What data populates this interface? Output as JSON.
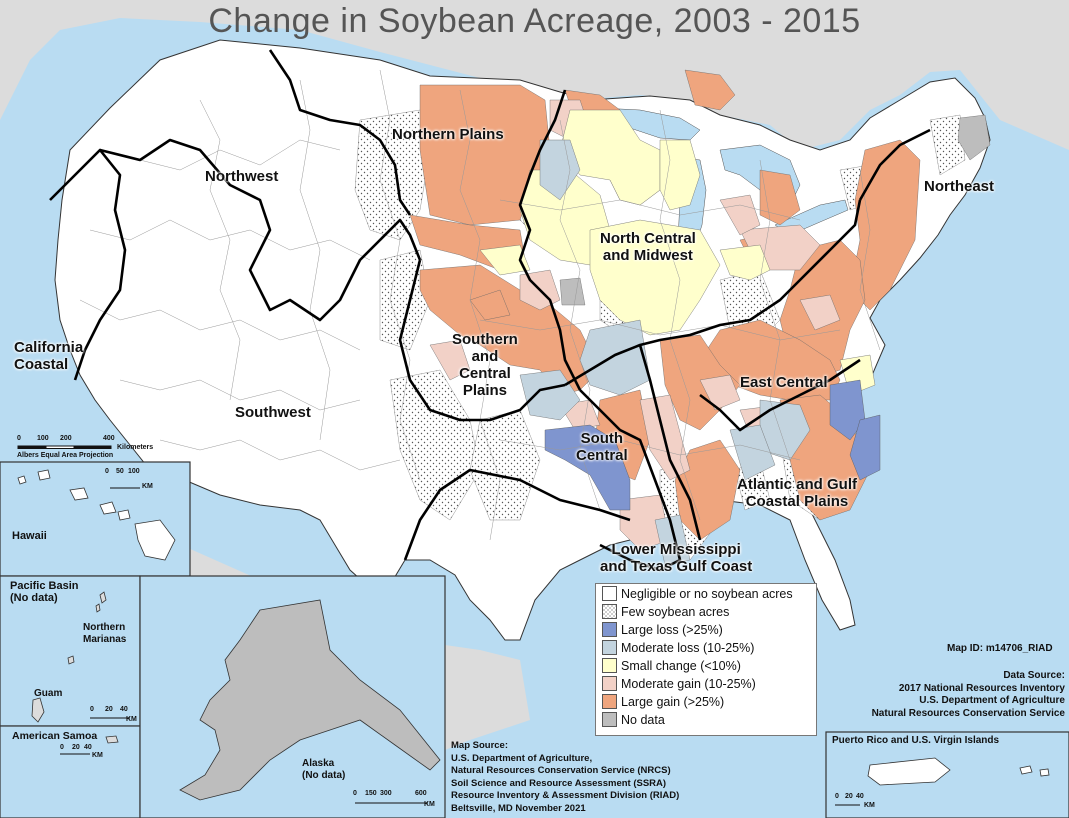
{
  "title": "Change in Soybean Acreage, 2003 - 2015",
  "colors": {
    "water": "#b9dcf2",
    "negligible": "#ffffff",
    "few": "#ffffff",
    "large_loss": "#7f95cf",
    "moderate_loss": "#c3d4df",
    "small_change": "#ffffcc",
    "moderate_gain": "#f2d1c7",
    "large_gain": "#efa57e",
    "no_data": "#bdbdbd"
  },
  "regions": {
    "northern_plains": "Northern Plains",
    "northwest": "Northwest",
    "north_central_1": "North Central",
    "north_central_2": "and Midwest",
    "northeast": "Northeast",
    "california_1": "California",
    "california_2": "Coastal",
    "southern_1": "Southern",
    "southern_2": "and",
    "southern_3": "Central",
    "southern_4": "Plains",
    "southwest": "Southwest",
    "east_central": "East Central",
    "south_central_1": "South",
    "south_central_2": "Central",
    "atlantic_1": "Atlantic and Gulf",
    "atlantic_2": "Coastal Plains",
    "lower_miss_1": "Lower Mississippi",
    "lower_miss_2": "and Texas Gulf Coast"
  },
  "scale_main": {
    "ticks": [
      "0",
      "100",
      "200",
      "400"
    ],
    "unit": "Kilometers",
    "projection": "Albers Equal Area Projection"
  },
  "insets": {
    "hawaii": {
      "label": "Hawaii",
      "ticks": [
        "0",
        "50",
        "100"
      ],
      "unit": "KM"
    },
    "pacific": {
      "label_1": "Pacific Basin",
      "label_2": "(No data)",
      "marianas_1": "Northern",
      "marianas_2": "Marianas",
      "guam": "Guam",
      "ticks": [
        "0",
        "20",
        "40"
      ],
      "unit": "KM"
    },
    "samoa": {
      "label": "American Samoa",
      "ticks": [
        "0",
        "20",
        "40"
      ],
      "unit": "KM"
    },
    "alaska": {
      "label_1": "Alaska",
      "label_2": "(No data)",
      "ticks": [
        "0",
        "150",
        "300",
        "600"
      ],
      "unit": "KM"
    },
    "puerto_rico": {
      "label": "Puerto Rico and U.S. Virgin Islands",
      "ticks": [
        "0",
        "20",
        "40"
      ],
      "unit": "KM"
    }
  },
  "legend": [
    {
      "label": "Negligible or no soybean acres",
      "color": "#ffffff",
      "pattern": "none"
    },
    {
      "label": "Few soybean acres",
      "color": "#ffffff",
      "pattern": "dots"
    },
    {
      "label": "Large loss (>25%)",
      "color": "#7f95cf",
      "pattern": "none"
    },
    {
      "label": "Moderate loss (10-25%)",
      "color": "#c3d4df",
      "pattern": "none"
    },
    {
      "label": "Small change (<10%)",
      "color": "#ffffcc",
      "pattern": "none"
    },
    {
      "label": "Moderate gain (10-25%)",
      "color": "#f2d1c7",
      "pattern": "none"
    },
    {
      "label": "Large gain (>25%)",
      "color": "#efa57e",
      "pattern": "none"
    },
    {
      "label": "No data",
      "color": "#bdbdbd",
      "pattern": "none"
    }
  ],
  "map_id": "Map ID:  m14706_RIAD",
  "data_source": [
    "Data Source:",
    "2017 National Resources Inventory",
    "U.S. Department of Agriculture",
    "Natural Resources Conservation Service"
  ],
  "map_source": [
    "Map Source:",
    "U.S. Department of Agriculture,",
    "Natural Resources Conservation Service (NRCS)",
    "Soil Science and Resource Assessment (SSRA)",
    "Resource Inventory & Assessment Division (RIAD)",
    "Beltsville, MD  November 2021"
  ]
}
